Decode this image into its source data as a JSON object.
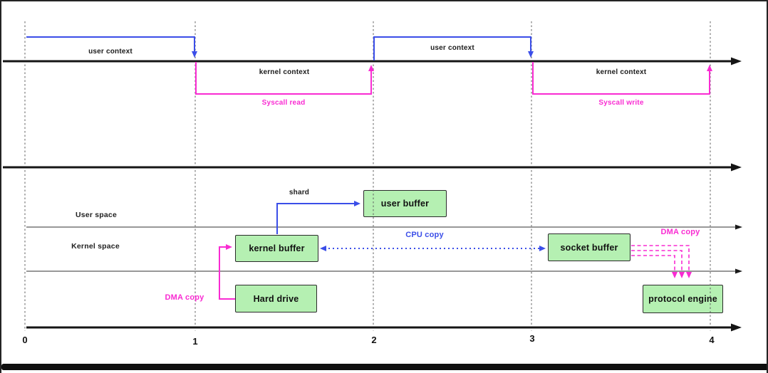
{
  "context_rows": {
    "user_context_1": "user context",
    "kernel_context_1": "kernel context",
    "syscall_read": "Syscall read",
    "user_context_2": "user context",
    "kernel_context_2": "kernel context",
    "syscall_write": "Syscall write"
  },
  "spaces": {
    "user_space": "User space",
    "kernel_space": "Kernel space"
  },
  "copy_labels": {
    "shard": "shard",
    "cpu_copy": "CPU copy",
    "dma_copy_left": "DMA copy",
    "dma_copy_right": "DMA copy"
  },
  "boxes": {
    "user_buffer": "user buffer",
    "kernel_buffer": "kernel buffer",
    "socket_buffer": "socket buffer",
    "hard_drive": "Hard drive",
    "protocol_engine": "protocol engine"
  },
  "axis_ticks": [
    "0",
    "1",
    "2",
    "3",
    "4"
  ],
  "colors": {
    "blue": "#3b4ee8",
    "magenta": "#f92bd2",
    "box_fill": "#b5f0b2",
    "box_border": "#2b2b2b",
    "axis_black": "#151515",
    "gray_line": "#8a8a8a",
    "gridline": "#606060"
  }
}
